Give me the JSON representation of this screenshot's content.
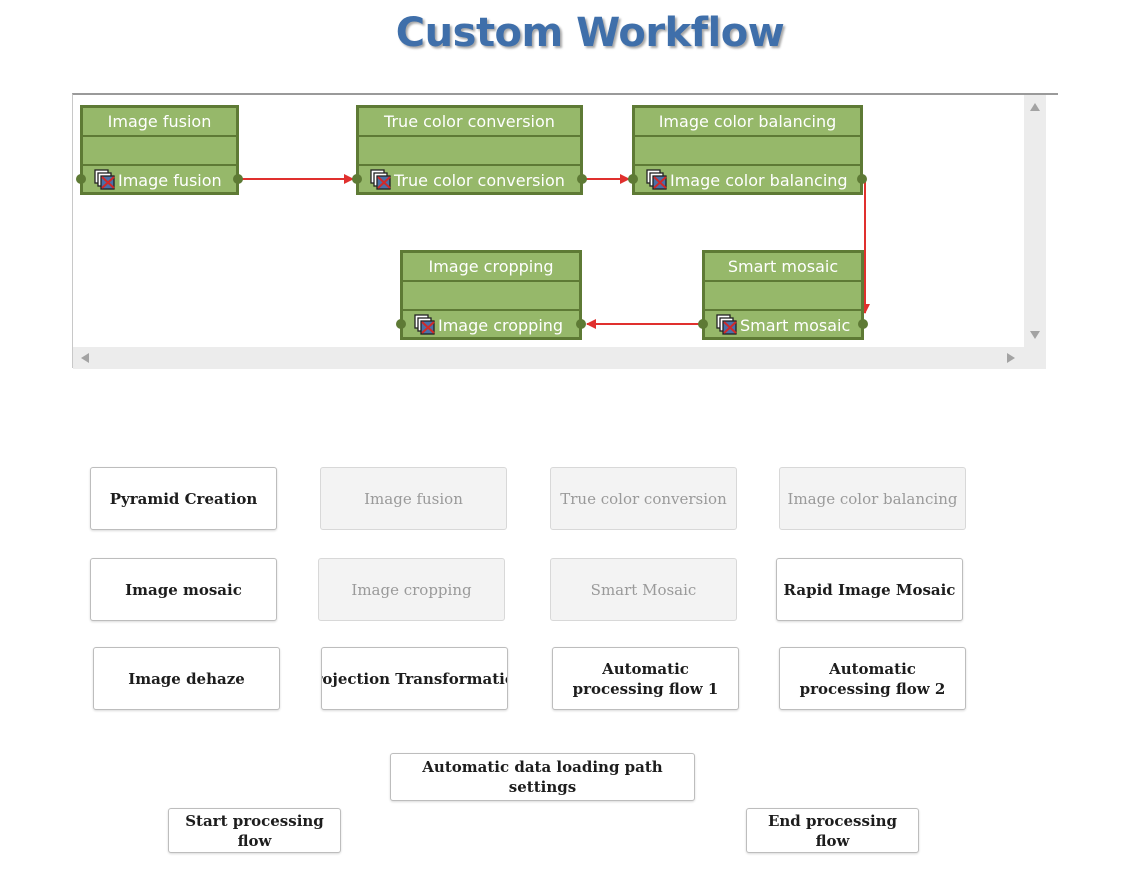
{
  "page": {
    "title": "Custom Workflow"
  },
  "workflow": {
    "nodes": [
      {
        "id": "n1",
        "header": "Image fusion",
        "port_label": "Image fusion"
      },
      {
        "id": "n2",
        "header": "True color conversion",
        "port_label": "True color conversion"
      },
      {
        "id": "n3",
        "header": "Image color balancing",
        "port_label": "Image color balancing"
      },
      {
        "id": "n4",
        "header": "Image cropping",
        "port_label": "Image cropping"
      },
      {
        "id": "n5",
        "header": "Smart mosaic",
        "port_label": "Smart mosaic"
      }
    ],
    "node_colors": {
      "fill": "#96b86a",
      "border": "#5e7a35",
      "link": "#e0302e"
    }
  },
  "buttons": {
    "pyramid_creation": {
      "label": "Pyramid Creation",
      "enabled": true
    },
    "image_fusion": {
      "label": "Image fusion",
      "enabled": false
    },
    "true_color_conversion": {
      "label": "True color conversion",
      "enabled": false
    },
    "image_color_balancing": {
      "label": "Image color balancing",
      "enabled": false
    },
    "image_mosaic": {
      "label": "Image mosaic",
      "enabled": true
    },
    "image_cropping": {
      "label": "Image cropping",
      "enabled": false
    },
    "smart_mosaic": {
      "label": "Smart Mosaic",
      "enabled": false
    },
    "rapid_image_mosaic": {
      "label": "Rapid Image Mosaic",
      "enabled": true
    },
    "image_dehaze": {
      "label": "Image dehaze",
      "enabled": true
    },
    "projection_transformation": {
      "label": "Projection Transformation",
      "enabled": true
    },
    "auto_flow_1": {
      "label": "Automatic processing flow 1",
      "enabled": true
    },
    "auto_flow_2": {
      "label": "Automatic processing flow 2",
      "enabled": true
    },
    "auto_data_loading": {
      "label": "Automatic data loading path settings",
      "enabled": true
    },
    "start_flow": {
      "label": "Start processing flow",
      "enabled": true
    },
    "end_flow": {
      "label": "End processing flow",
      "enabled": true
    }
  }
}
